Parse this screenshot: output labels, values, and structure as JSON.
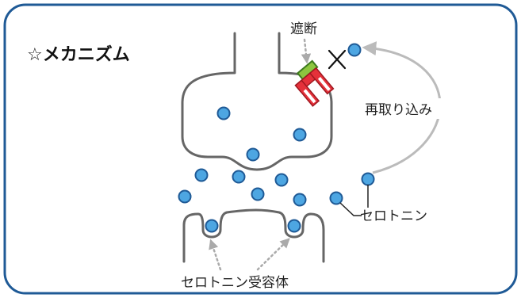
{
  "title": "☆メカニズム",
  "labels": {
    "block": "遮断",
    "reuptake": "再取り込み",
    "serotonin": "セロトニン",
    "receptor": "セロトニン受容体"
  },
  "colors": {
    "frame": "#1f5a96",
    "outline": "#666666",
    "molecule_fill": "#4da6e2",
    "molecule_stroke": "#1f5a96",
    "drug_red": "#e5313a",
    "drug_green": "#8dc63f",
    "arrow_gray": "#bbbbbb",
    "dotted_gray": "#aaaaaa"
  }
}
